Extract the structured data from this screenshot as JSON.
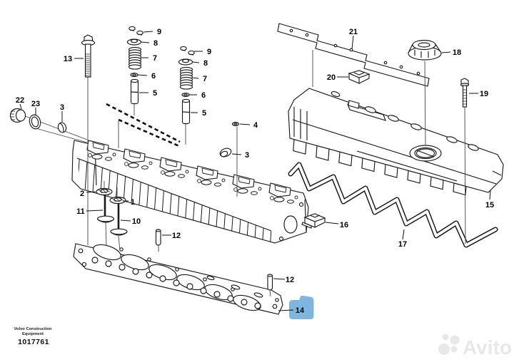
{
  "diagram": {
    "type": "exploded-parts-diagram",
    "subject": "engine cylinder head assembly",
    "callouts": [
      {
        "label": "13"
      },
      {
        "label": "9"
      },
      {
        "label": "8"
      },
      {
        "label": "7"
      },
      {
        "label": "6"
      },
      {
        "label": "5"
      },
      {
        "label": "9"
      },
      {
        "label": "8"
      },
      {
        "label": "7"
      },
      {
        "label": "6"
      },
      {
        "label": "5"
      },
      {
        "label": "22"
      },
      {
        "label": "23"
      },
      {
        "label": "3"
      },
      {
        "label": "4"
      },
      {
        "label": "3"
      },
      {
        "label": "2"
      },
      {
        "label": "1"
      },
      {
        "label": "11"
      },
      {
        "label": "10"
      },
      {
        "label": "12"
      },
      {
        "label": "12"
      },
      {
        "label": "14"
      },
      {
        "label": "21"
      },
      {
        "label": "18"
      },
      {
        "label": "20"
      },
      {
        "label": "19"
      },
      {
        "label": "15"
      },
      {
        "label": "16"
      },
      {
        "label": "17"
      }
    ],
    "highlight": {
      "part": "14",
      "color": "#7db7e0"
    },
    "footer": {
      "line1": "Volvo Construction",
      "line2": "Equipment",
      "document_number": "1017761"
    },
    "watermark": {
      "text": "Avito",
      "color": "#e8e8e8"
    }
  }
}
